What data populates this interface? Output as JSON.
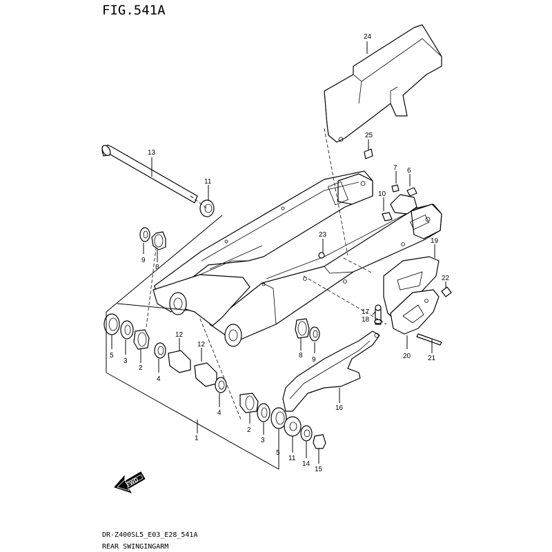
{
  "figure": {
    "title": "FIG.541A",
    "model_code": "DR-Z400SL5_E03_E28_541A",
    "caption": "REAR SWINGINGARM",
    "direction_badge": "FWD",
    "direction_icon": "forward-arrow-icon"
  },
  "callouts": {
    "c1": "1",
    "c2a": "2",
    "c2b": "2",
    "c3a": "3",
    "c3b": "3",
    "c4a": "4",
    "c4b": "4",
    "c5a": "5",
    "c5b": "5",
    "c6": "6",
    "c7": "7",
    "c8a": "8",
    "c8b": "8",
    "c9a": "9",
    "c9b": "9",
    "c10": "10",
    "c11a": "11",
    "c11b": "11",
    "c12a": "12",
    "c12b": "12",
    "c13": "13",
    "c14": "14",
    "c15": "15",
    "c16": "16",
    "c17": "17",
    "c18": "18",
    "c19": "19",
    "c20": "20",
    "c21": "21",
    "c22": "22",
    "c23": "23",
    "c24": "24",
    "c25": "25"
  }
}
